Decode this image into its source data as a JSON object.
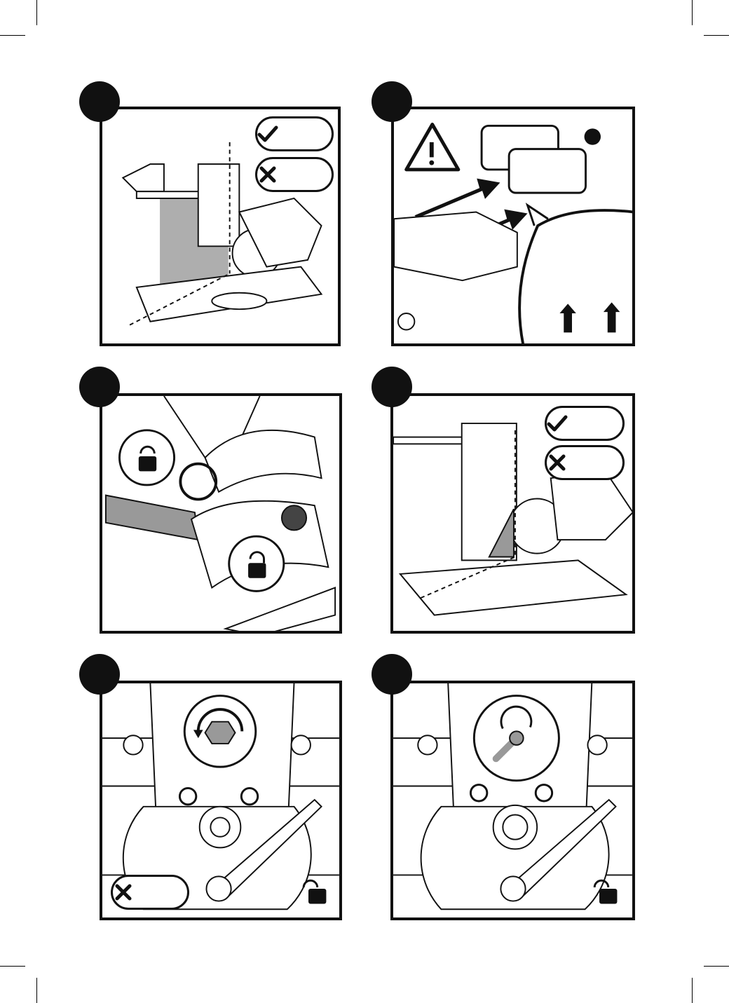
{
  "page": {
    "panels": [
      {
        "id": 1,
        "content": "saw-side-view-with-check-and-cross"
      },
      {
        "id": 2,
        "content": "battery-insertion-with-warning"
      },
      {
        "id": 3,
        "content": "bevel-lock-lever"
      },
      {
        "id": 4,
        "content": "square-alignment-with-check-and-cross"
      },
      {
        "id": 5,
        "content": "hex-bolt-adjust"
      },
      {
        "id": 6,
        "content": "wrench-adjust"
      }
    ],
    "icons": [
      "check-icon",
      "cross-icon",
      "warning-icon",
      "lock-icon",
      "unlock-icon",
      "rotate-icon",
      "wrench-icon"
    ]
  }
}
